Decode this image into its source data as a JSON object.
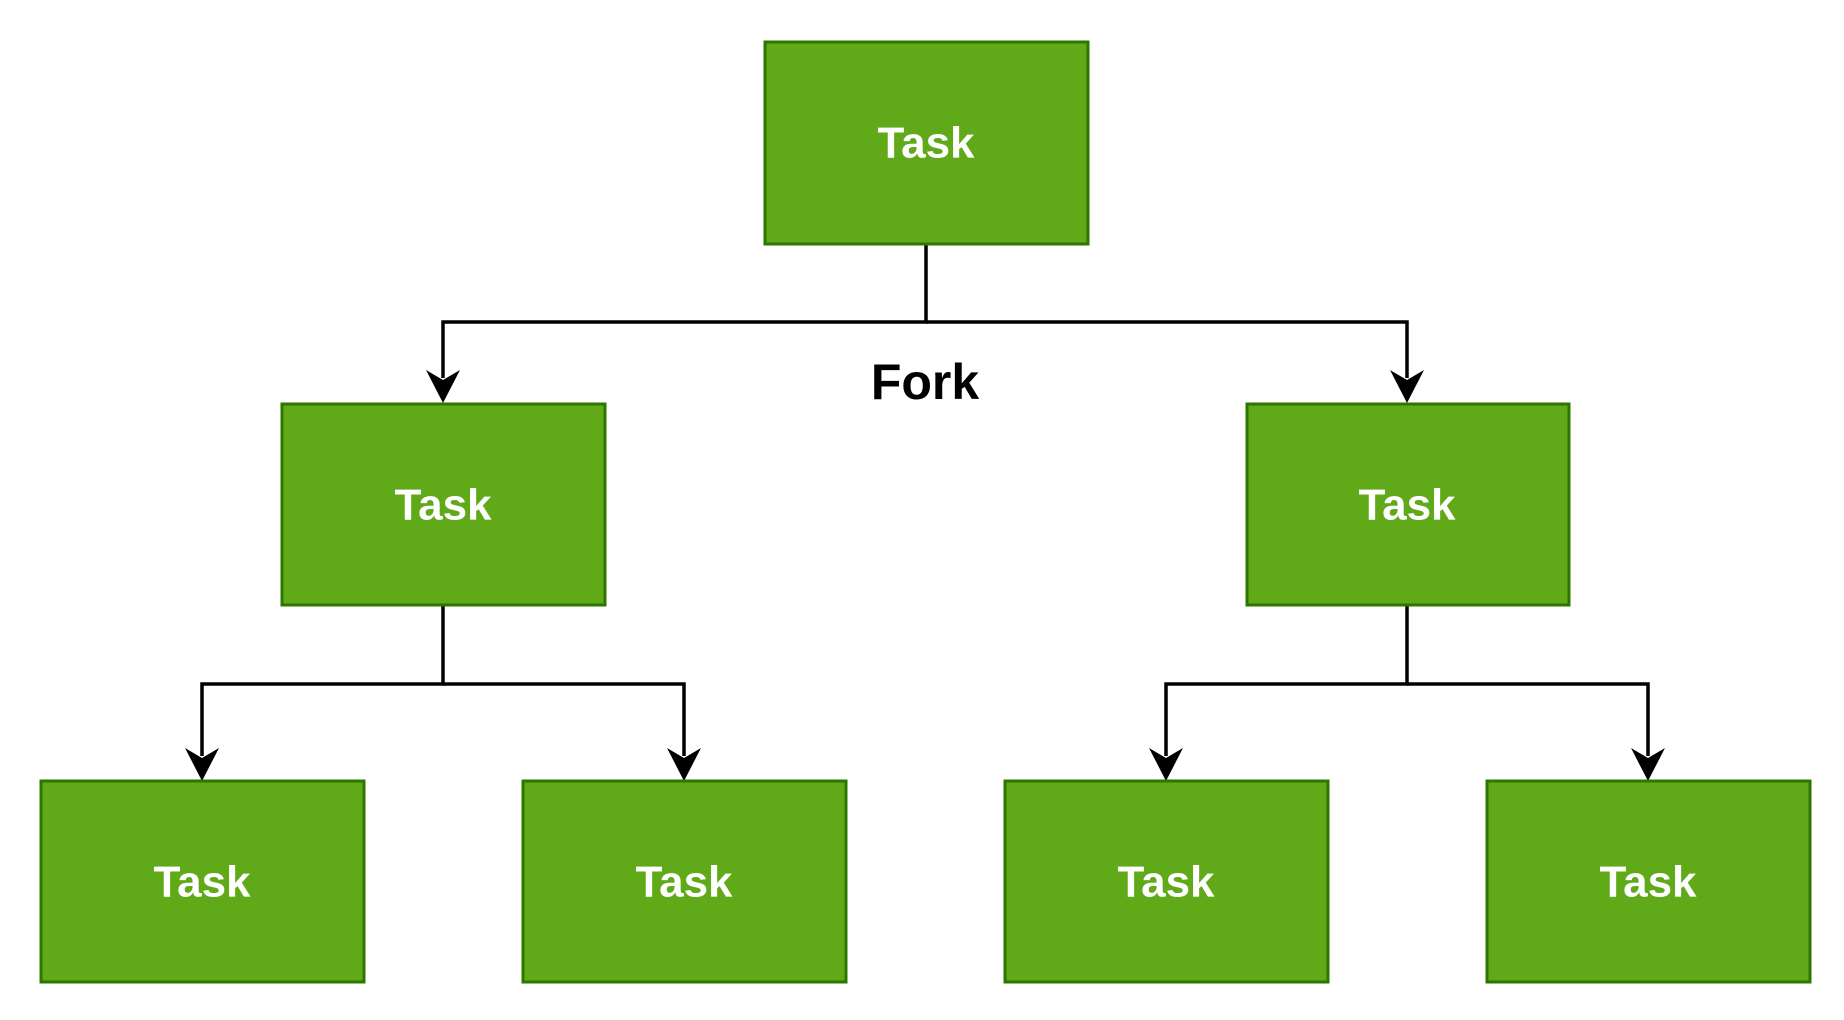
{
  "diagram": {
    "type": "tree",
    "colors": {
      "node_fill": "#60a918",
      "node_border": "#2d7600",
      "node_text": "#ffffff",
      "connector": "#000000"
    },
    "nodes": [
      {
        "id": "root",
        "label": "Task"
      },
      {
        "id": "left",
        "label": "Task"
      },
      {
        "id": "right",
        "label": "Task"
      },
      {
        "id": "left-left",
        "label": "Task"
      },
      {
        "id": "left-right",
        "label": "Task"
      },
      {
        "id": "right-left",
        "label": "Task"
      },
      {
        "id": "right-right",
        "label": "Task"
      }
    ],
    "edges": [
      {
        "from": "root",
        "to": "left"
      },
      {
        "from": "root",
        "to": "right"
      },
      {
        "from": "left",
        "to": "left-left"
      },
      {
        "from": "left",
        "to": "left-right"
      },
      {
        "from": "right",
        "to": "right-left"
      },
      {
        "from": "right",
        "to": "right-right"
      }
    ],
    "fork_label": "Fork"
  }
}
